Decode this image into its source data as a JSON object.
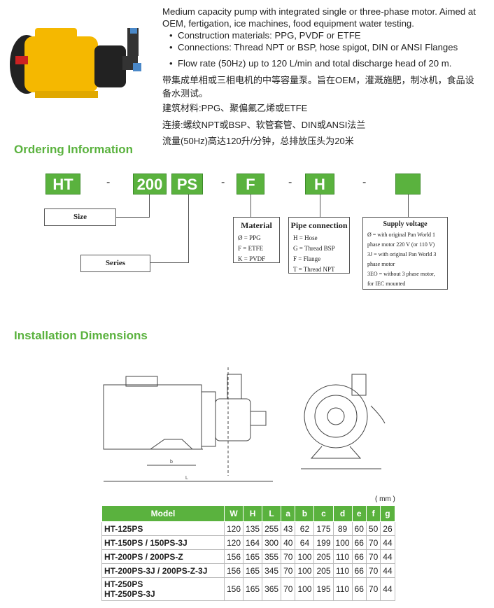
{
  "description": {
    "intro": "Medium capacity pump with integrated single or three-phase motor. Aimed at OEM, fertigation, ice machines, food equipment water testing.",
    "bullets": [
      "Construction materials: PPG, PVDF or ETFE",
      "Connections: Thread NPT or BSP, hose spigot, DIN or ANSI Flanges",
      "Flow rate (50Hz) up to 120 L/min and total discharge head of 20 m."
    ],
    "cn": [
      "带集成单相或三相电机的中等容量泵。旨在OEM，灌溉施肥，制冰机，食品设备水测试。",
      "建筑材料:PPG、聚偏氟乙烯或ETFE",
      "连接:螺纹NPT或BSP、软管套管、DIN或ANSI法兰",
      "流量(50Hz)高达120升/分钟，总排放压头为20米"
    ]
  },
  "ordering": {
    "title": "Ordering Information",
    "codes": [
      "HT",
      "200",
      "PS",
      "F",
      "H",
      ""
    ],
    "dash": "-",
    "size_label": "Size",
    "series_label": "Series",
    "material": {
      "title": "Material",
      "rows": [
        "Ø = PPG",
        "F = ETFE",
        "K = PVDF"
      ]
    },
    "pipe": {
      "title": "Pipe connection",
      "rows": [
        "H = Hose",
        "G = Thread BSP",
        "F = Flange",
        "T = Thread NPT"
      ]
    },
    "supply": {
      "title": "Supply voltage",
      "rows": [
        "Ø = with original Pan World 1",
        "phase motor 220 V (or 110 V)",
        "3J = with original Pan World 3",
        "phase motor",
        "3EO = without 3 phase motor,",
        "for IEC mounted"
      ]
    }
  },
  "install": {
    "title": "Installation Dimensions",
    "dim_b": "b",
    "dim_L": "L",
    "unit": "( mm )",
    "headers": [
      "Model",
      "W",
      "H",
      "L",
      "a",
      "b",
      "c",
      "d",
      "e",
      "f",
      "g"
    ],
    "rows": [
      [
        "HT-125PS",
        "120",
        "135",
        "255",
        "43",
        "62",
        "175",
        "89",
        "60",
        "50",
        "26"
      ],
      [
        "HT-150PS / 150PS-3J",
        "120",
        "164",
        "300",
        "40",
        "64",
        "199",
        "100",
        "66",
        "70",
        "44"
      ],
      [
        "HT-200PS / 200PS-Z",
        "156",
        "165",
        "355",
        "70",
        "100",
        "205",
        "110",
        "66",
        "70",
        "44"
      ],
      [
        "HT-200PS-3J / 200PS-Z-3J",
        "156",
        "165",
        "345",
        "70",
        "100",
        "205",
        "110",
        "66",
        "70",
        "44"
      ],
      [
        "HT-250PS\nHT-250PS-3J",
        "156",
        "165",
        "365",
        "70",
        "100",
        "195",
        "110",
        "66",
        "70",
        "44"
      ]
    ]
  },
  "colors": {
    "green": "#5ab23e",
    "pump_yellow": "#f5b800"
  }
}
